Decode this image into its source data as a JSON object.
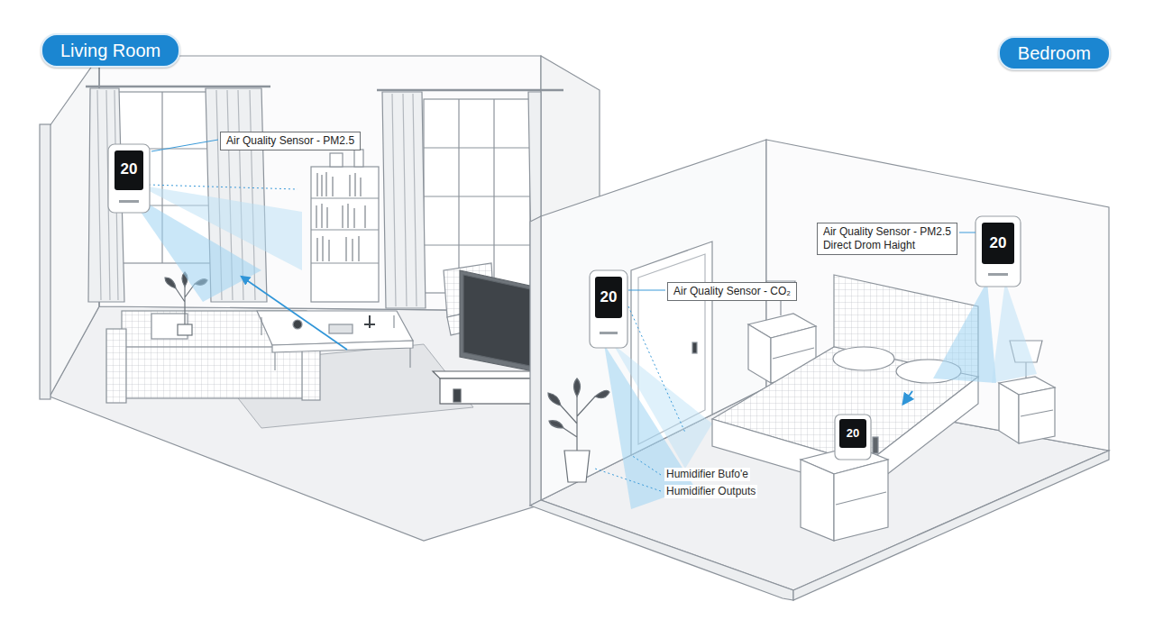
{
  "diagram": {
    "nodes": [
      {
        "text": [
          "Living Room"
        ]
      },
      {
        "text": [
          "Bedroom"
        ]
      },
      {
        "text": [
          "Air Quality Sensor - PM2.5"
        ]
      },
      {
        "text": [
          "Air Quality Sensor - PM2.5",
          "Direct Drom Haight"
        ]
      },
      {
        "text": [
          "Air Quality Sensor - CO₂"
        ]
      }
    ],
    "labels": [
      "20",
      "20",
      "20",
      "20",
      "Humidifier Bufo'e",
      "Humidifier Outputs"
    ]
  }
}
